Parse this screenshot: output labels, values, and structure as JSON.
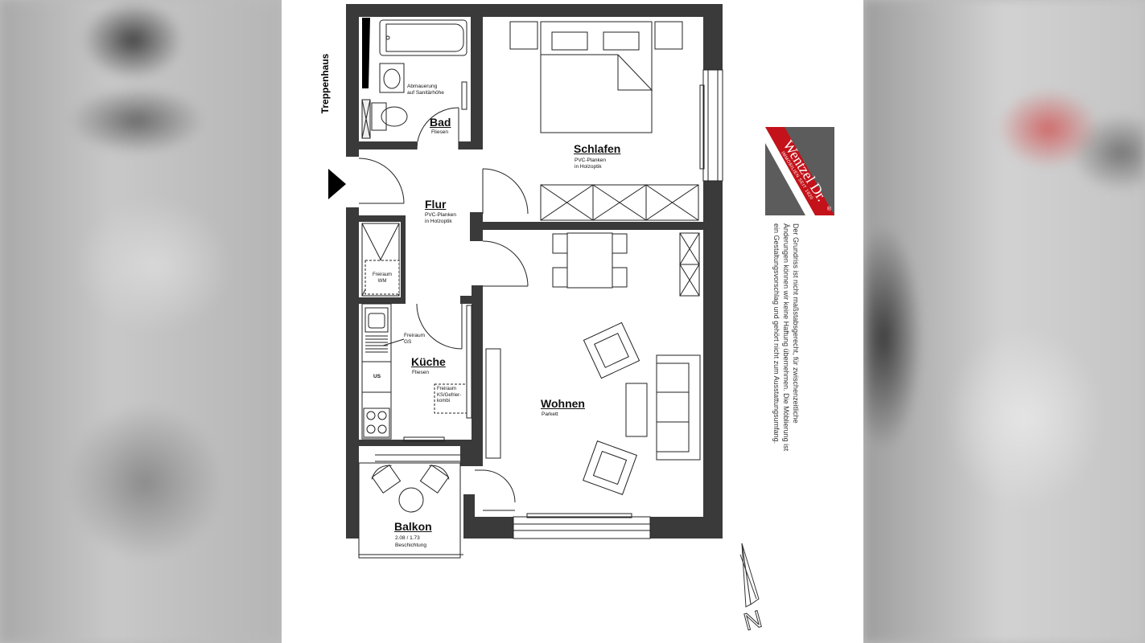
{
  "rooms": {
    "bad": {
      "name": "Bad",
      "floor": "Fliesen"
    },
    "schlafen": {
      "name": "Schlafen",
      "floor": [
        "PVC-Planken",
        "in Holzoptik"
      ]
    },
    "flur": {
      "name": "Flur",
      "floor": [
        "PVC-Planken",
        "in Holzoptik"
      ]
    },
    "kueche": {
      "name": "Küche",
      "floor": "Fliesen"
    },
    "wohnen": {
      "name": "Wohnen",
      "floor": "Parkett"
    },
    "balkon": {
      "name": "Balkon",
      "size": "2.08 / 1.73",
      "floor": "Beschichtung"
    }
  },
  "notes": {
    "stairs": "Treppenhaus",
    "abmauerung": [
      "Abmauerung",
      "auf Sanitärhöhe"
    ],
    "freiraum_wm": [
      "Freiraum",
      "WM"
    ],
    "freiraum_gs": [
      "Freiraum",
      "GS"
    ],
    "us": "US",
    "freiraum_kg": [
      "Freiraum",
      "KS/Gefrier-",
      "kombi"
    ]
  },
  "logo": {
    "brand": "Wentzel Dr.",
    "tagline": "IMMOBILIEN SEIT 1820",
    "mark": "®"
  },
  "disclaimer": [
    "Der Grundriss ist nicht maßstabsgerecht, für zwischenzeitliche",
    "Änderungen können wir keine Haftung übernehmen. Die Möblierung ist",
    "ein Gestaltungsvorschlag und gehört nicht zum Ausstattungsumfang."
  ],
  "compass": {
    "letter": "N"
  },
  "colors": {
    "wall": "#3a3a3a",
    "brand_red": "#c4121a",
    "brand_gray": "#5c5c5c",
    "line": "#222222"
  }
}
